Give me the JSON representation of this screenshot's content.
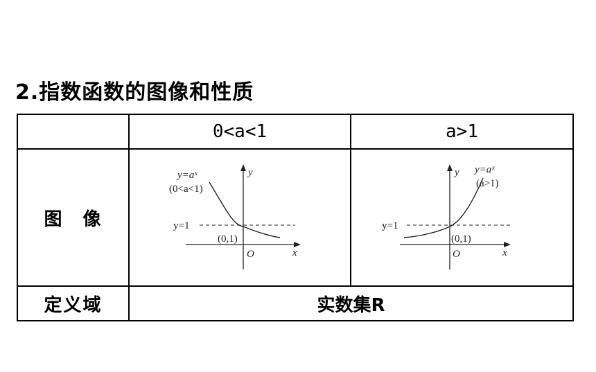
{
  "title": "2.指数函数的图像和性质",
  "table": {
    "header": {
      "col1": "",
      "col2": "0<a<1",
      "col3": "a>1"
    },
    "row_graph": {
      "label": "图　像",
      "graph1": {
        "func_label": "y=aˣ",
        "cond_label": "(0<a<1)",
        "asymptote_label": "y=1",
        "point_label": "(0,1)",
        "origin_label": "O",
        "x_label": "x",
        "y_label": "y"
      },
      "graph2": {
        "func_label": "y=aˣ",
        "cond_label": "(a>1)",
        "asymptote_label": "y=1",
        "point_label": "(0,1)",
        "origin_label": "O",
        "x_label": "x",
        "y_label": "y"
      }
    },
    "row_domain": {
      "label": "定义域",
      "value": "实数集R"
    }
  }
}
